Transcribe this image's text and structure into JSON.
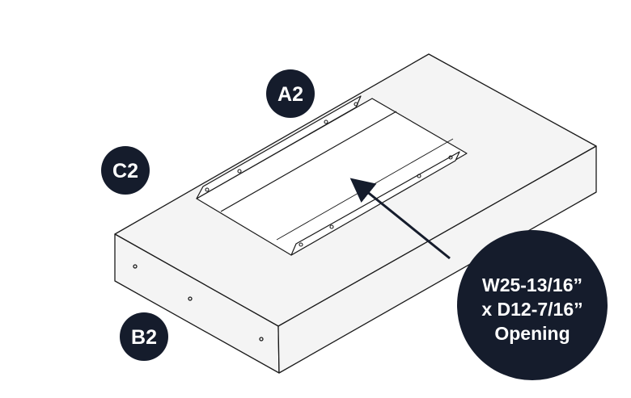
{
  "diagram": {
    "colors": {
      "line": "#1a1a1a",
      "fill": "#f4f4f4",
      "badge": "#151c2c",
      "badge_text": "#ffffff",
      "arrow": "#151c2c"
    },
    "labels": {
      "a2": "A2",
      "c2": "C2",
      "b2": "B2"
    },
    "callout": {
      "line1": "W25-13/16”",
      "line2": "x D12-7/16”",
      "line3": "Opening"
    }
  }
}
